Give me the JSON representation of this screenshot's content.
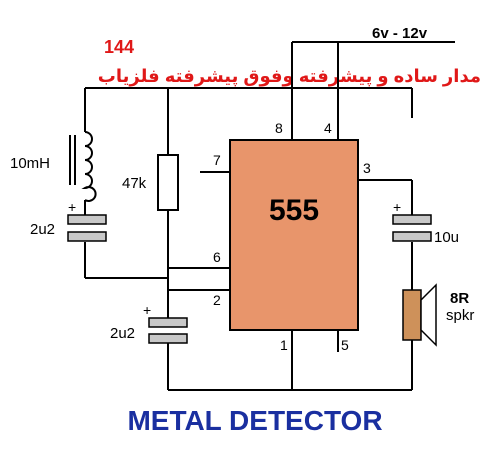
{
  "header": {
    "number": "144",
    "subtitle": "مدار ساده و پیشرفته وفوق پیشرفته فلزیاب"
  },
  "supply_label": "6v - 12v",
  "ic": {
    "label": "555",
    "pins": {
      "p8": "8",
      "p4": "4",
      "p7": "7",
      "p3": "3",
      "p6": "6",
      "p2": "2",
      "p1": "1",
      "p5": "5"
    }
  },
  "components": {
    "inductor": "10mH",
    "resistor": "47k",
    "cap_top": "2u2",
    "cap_bottom": "2u2",
    "cap_output": "10u",
    "speaker_ohms": "8R",
    "speaker_name": "spkr",
    "plus": "+"
  },
  "footer": {
    "title": "METAL DETECTOR"
  },
  "colors": {
    "ic_fill": "#E8956B",
    "header_red": "#E01818",
    "title_blue": "#1A2FA0",
    "cap_fill": "#C8C8C8",
    "speaker_fill": "#CE915A"
  }
}
